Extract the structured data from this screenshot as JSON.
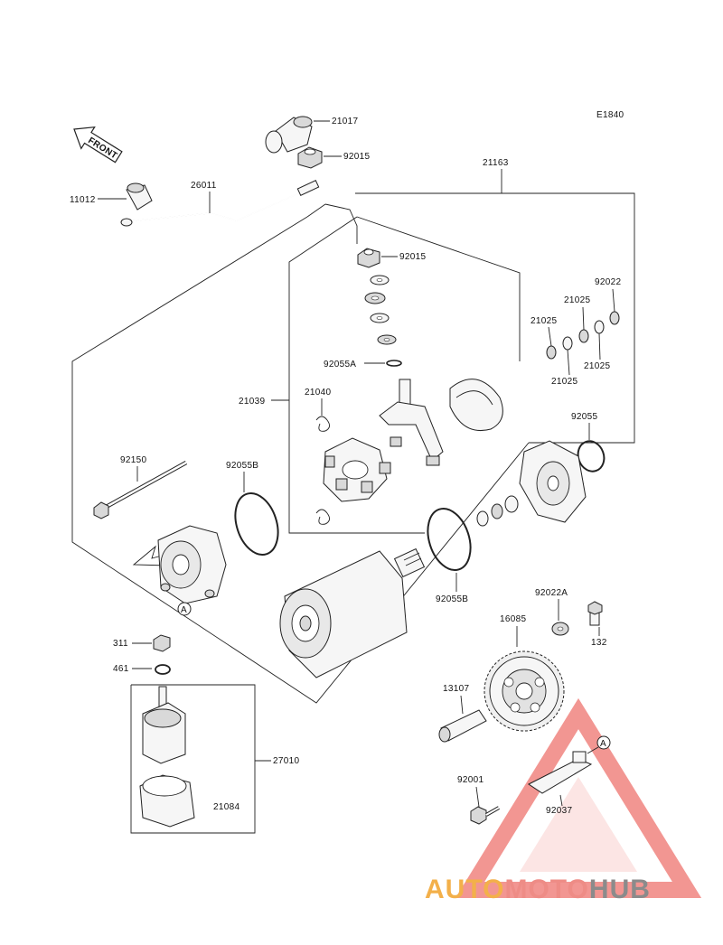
{
  "diagram": {
    "code": "E1840",
    "front_label": "FRONT",
    "ref_circle_letter": "A",
    "parts": {
      "p21017": "21017",
      "p92015_top": "92015",
      "p21163": "21163",
      "p11012": "11012",
      "p26011": "26011",
      "p92015_mid": "92015",
      "p92022": "92022",
      "p21025_a": "21025",
      "p21025_b": "21025",
      "p21025_c": "21025",
      "p21025_d": "21025",
      "p92055A": "92055A",
      "p21039": "21039",
      "p21040": "21040",
      "p92055": "92055",
      "p92150": "92150",
      "p92055B_left": "92055B",
      "p92055B_right": "92055B",
      "p92022A": "92022A",
      "p16085": "16085",
      "p132": "132",
      "p311": "311",
      "p461": "461",
      "p13107": "13107",
      "p27010": "27010",
      "p21084": "21084",
      "p92001": "92001",
      "p92037": "92037"
    }
  },
  "watermark": {
    "part1": "AUTO",
    "part2": "MOTO",
    "part3": "HUB",
    "color_triangle": "#e8423a",
    "color_auto": "#f3b04a",
    "color_moto": "#ee8c86",
    "color_hub": "#8b8b8b"
  }
}
